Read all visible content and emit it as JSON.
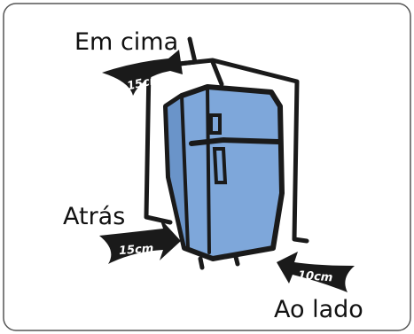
{
  "labels": {
    "top": "Em cima",
    "back": "Atrás",
    "side": "Ao lado"
  },
  "distances": {
    "top": "15cm",
    "back": "15cm",
    "side": "10cm"
  },
  "colors": {
    "fridge_fill": "#7ea7da",
    "outline": "#1a1a1a",
    "frame_border": "#555555"
  }
}
